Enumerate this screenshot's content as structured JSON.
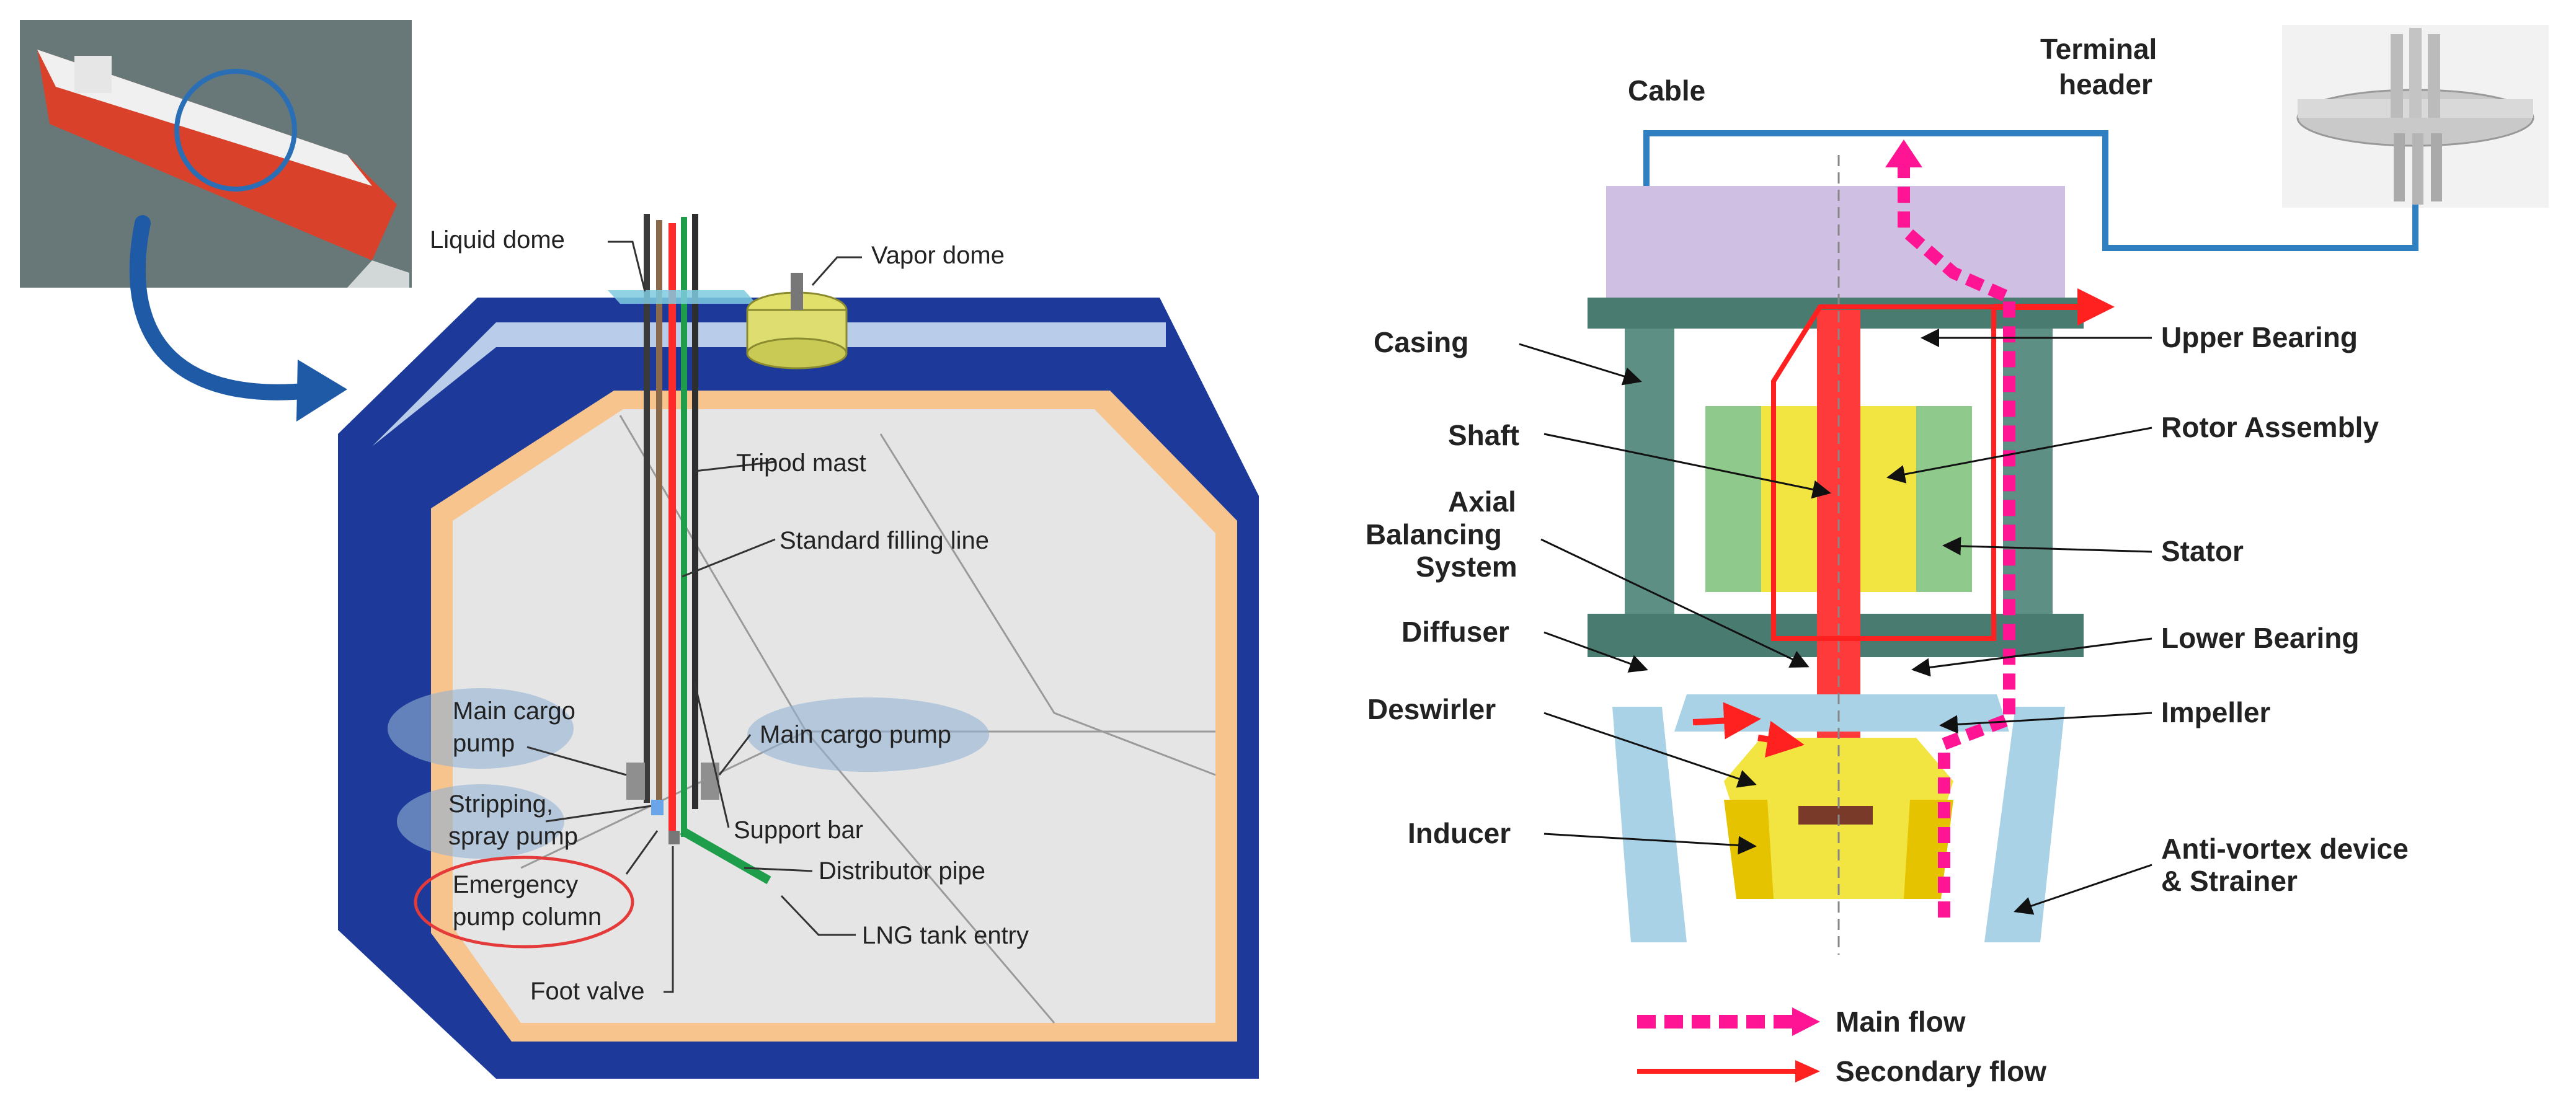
{
  "tank": {
    "labels": {
      "liquid_dome": "Liquid dome",
      "vapor_dome": "Vapor dome",
      "tripod_mast": "Tripod mast",
      "standard_filling_line": "Standard filling line",
      "main_cargo_pump_left_1": "Main cargo",
      "main_cargo_pump_left_2": "pump",
      "main_cargo_pump_right": "Main cargo pump",
      "stripping_1": "Stripping,",
      "stripping_2": "spray pump",
      "support_bar": "Support bar",
      "distributor_pipe": "Distributor pipe",
      "emergency_1": "Emergency",
      "emergency_2": "pump column",
      "lng_tank_entry": "LNG tank entry",
      "foot_valve": "Foot valve"
    }
  },
  "pump": {
    "labels": {
      "cable": "Cable",
      "terminal_1": "Terminal",
      "terminal_2": "header",
      "casing": "Casing",
      "shaft": "Shaft",
      "axial_1": "Axial",
      "axial_2": "Balancing",
      "axial_3": "System",
      "diffuser": "Diffuser",
      "deswirler": "Deswirler",
      "inducer": "Inducer",
      "upper_bearing": "Upper Bearing",
      "rotor_assembly": "Rotor Assembly",
      "stator": "Stator",
      "lower_bearing": "Lower Bearing",
      "impeller": "Impeller",
      "anti_vortex_1": "Anti-vortex device",
      "anti_vortex_2": "& Strainer"
    },
    "legend": {
      "main_flow": "Main flow",
      "secondary_flow": "Secondary flow"
    },
    "colors": {
      "main_flow": "#ff1493",
      "secondary_flow": "#ff2020"
    }
  }
}
